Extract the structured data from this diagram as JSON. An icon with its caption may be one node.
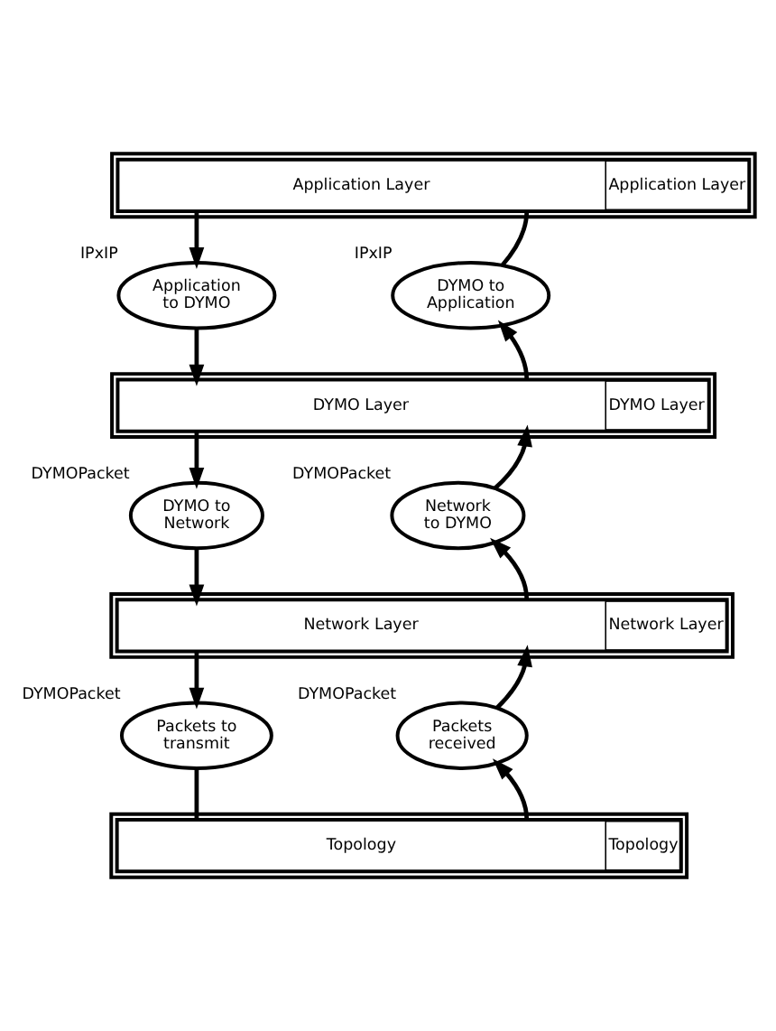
{
  "diagram": {
    "nodes": [
      {
        "text": [
          "Application Layer",
          "Application Layer"
        ]
      },
      {
        "text": [
          "Application to DYMO"
        ],
        "beside": [
          "IPxIP"
        ]
      },
      {
        "text": [
          "DYMO to Application"
        ],
        "beside": [
          "IPxIP"
        ]
      },
      {
        "text": [
          "DYMO Layer",
          "DYMO Layer"
        ]
      },
      {
        "text": [
          "DYMO to Network"
        ],
        "beside": [
          "DYMOPacket"
        ]
      },
      {
        "text": [
          "Network to DYMO"
        ],
        "beside": [
          "DYMOPacket"
        ]
      },
      {
        "text": [
          "Network Layer",
          "Network Layer"
        ]
      },
      {
        "text": [
          "Packets to transmit"
        ],
        "beside": [
          "DYMOPacket"
        ]
      },
      {
        "text": [
          "Packets received"
        ],
        "beside": [
          "DYMOPacket"
        ]
      },
      {
        "text": [
          "Topology",
          "Topology"
        ]
      }
    ],
    "edges": [
      {
        "from": 0,
        "to": 1,
        "arrow": "to"
      },
      {
        "from": 1,
        "to": 3,
        "arrow": "to"
      },
      {
        "from": 3,
        "to": 2,
        "arrow": "to"
      },
      {
        "from": 2,
        "to": 0,
        "arrow": "none"
      },
      {
        "from": 3,
        "to": 4,
        "arrow": "to"
      },
      {
        "from": 4,
        "to": 6,
        "arrow": "to"
      },
      {
        "from": 6,
        "to": 5,
        "arrow": "to"
      },
      {
        "from": 5,
        "to": 3,
        "arrow": "to"
      },
      {
        "from": 6,
        "to": 7,
        "arrow": "to"
      },
      {
        "from": 7,
        "to": 9,
        "arrow": "none"
      },
      {
        "from": 9,
        "to": 8,
        "arrow": "to"
      },
      {
        "from": 8,
        "to": 6,
        "arrow": "to"
      }
    ]
  }
}
